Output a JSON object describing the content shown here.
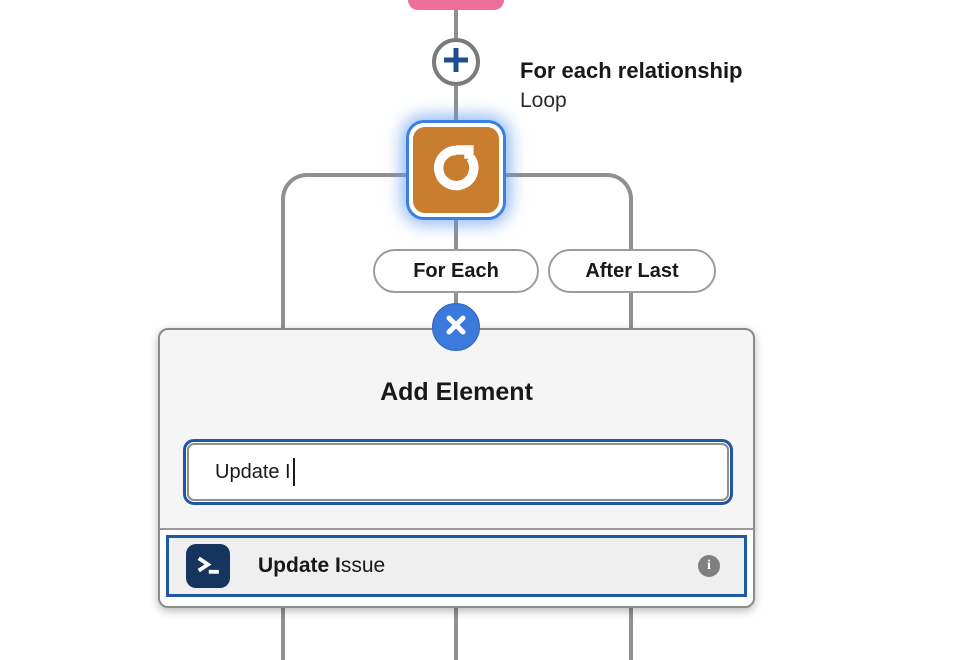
{
  "flow": {
    "node_above": {
      "icon": "pink-node-stub"
    },
    "add_node_button": {
      "icon": "plus-icon"
    },
    "loop_node": {
      "title": "For each relationship",
      "subtitle": "Loop",
      "icon": "loop-icon"
    },
    "branches": {
      "for_each_label": "For Each",
      "after_last_label": "After Last"
    }
  },
  "popup": {
    "close_icon": "x-icon",
    "title": "Add Element",
    "search_value": "Update I",
    "results": [
      {
        "icon": "terminal-icon",
        "match": "Update I",
        "rest": "ssue",
        "info_icon": "info-icon"
      }
    ]
  },
  "colors": {
    "pink_node": "#EC6E9A",
    "loop_orange": "#C87E2E",
    "focus_blue": "#2257A5",
    "close_blue": "#3B79DC",
    "plus_navy": "#1F4E8D",
    "terminal_navy": "#16355E",
    "connector_gray": "#909090",
    "info_gray": "#808080"
  }
}
